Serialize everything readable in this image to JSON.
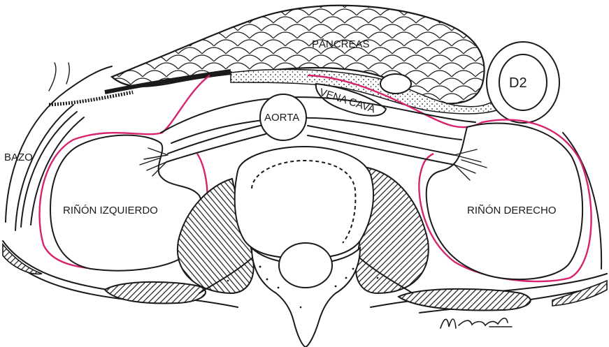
{
  "labels": {
    "pancreas": "PÁNCREAS",
    "d2": "D2",
    "vena_cava": "VENA CAVA",
    "aorta": "AORTA",
    "bazo": "BAZO",
    "left_kidney": "RIÑÓN IZQUIERDO",
    "right_kidney": "RIÑÓN DERECHO"
  },
  "colors": {
    "ink": "#1a1a1a",
    "fascia": "#d6246e",
    "background": "#ffffff"
  }
}
